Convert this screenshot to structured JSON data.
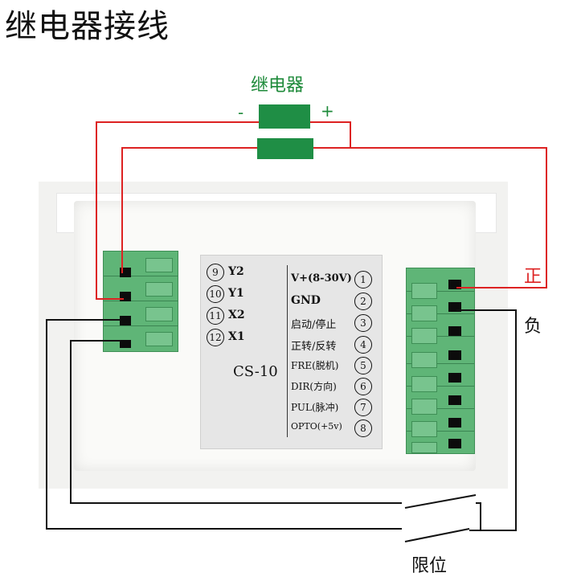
{
  "title": "继电器接线",
  "relay": {
    "label": "继电器",
    "minus": "-",
    "plus": "+"
  },
  "label_card": {
    "left_terminals": [
      {
        "num": "9",
        "name": "Y2"
      },
      {
        "num": "10",
        "name": "Y1"
      },
      {
        "num": "11",
        "name": "X2"
      },
      {
        "num": "12",
        "name": "X1"
      }
    ],
    "right_terminals": [
      {
        "num": "1",
        "name": "V+(8-30V)"
      },
      {
        "num": "2",
        "name": "GND"
      },
      {
        "num": "3",
        "name": "启动/停止"
      },
      {
        "num": "4",
        "name": "正转/反转"
      },
      {
        "num": "5",
        "name": "FRE(脱机)"
      },
      {
        "num": "6",
        "name": "DIR(方向)"
      },
      {
        "num": "7",
        "name": "PUL(脉冲)"
      },
      {
        "num": "8",
        "name": "OPTO(+5v)"
      }
    ],
    "model": "CS-10"
  },
  "annotations": {
    "positive": "正",
    "negative": "负",
    "limit": "限位"
  },
  "colors": {
    "terminal_green": "#5fb577",
    "relay_green": "#1f8e45",
    "positive_wire": "#dd2222",
    "negative_wire": "#111111"
  }
}
